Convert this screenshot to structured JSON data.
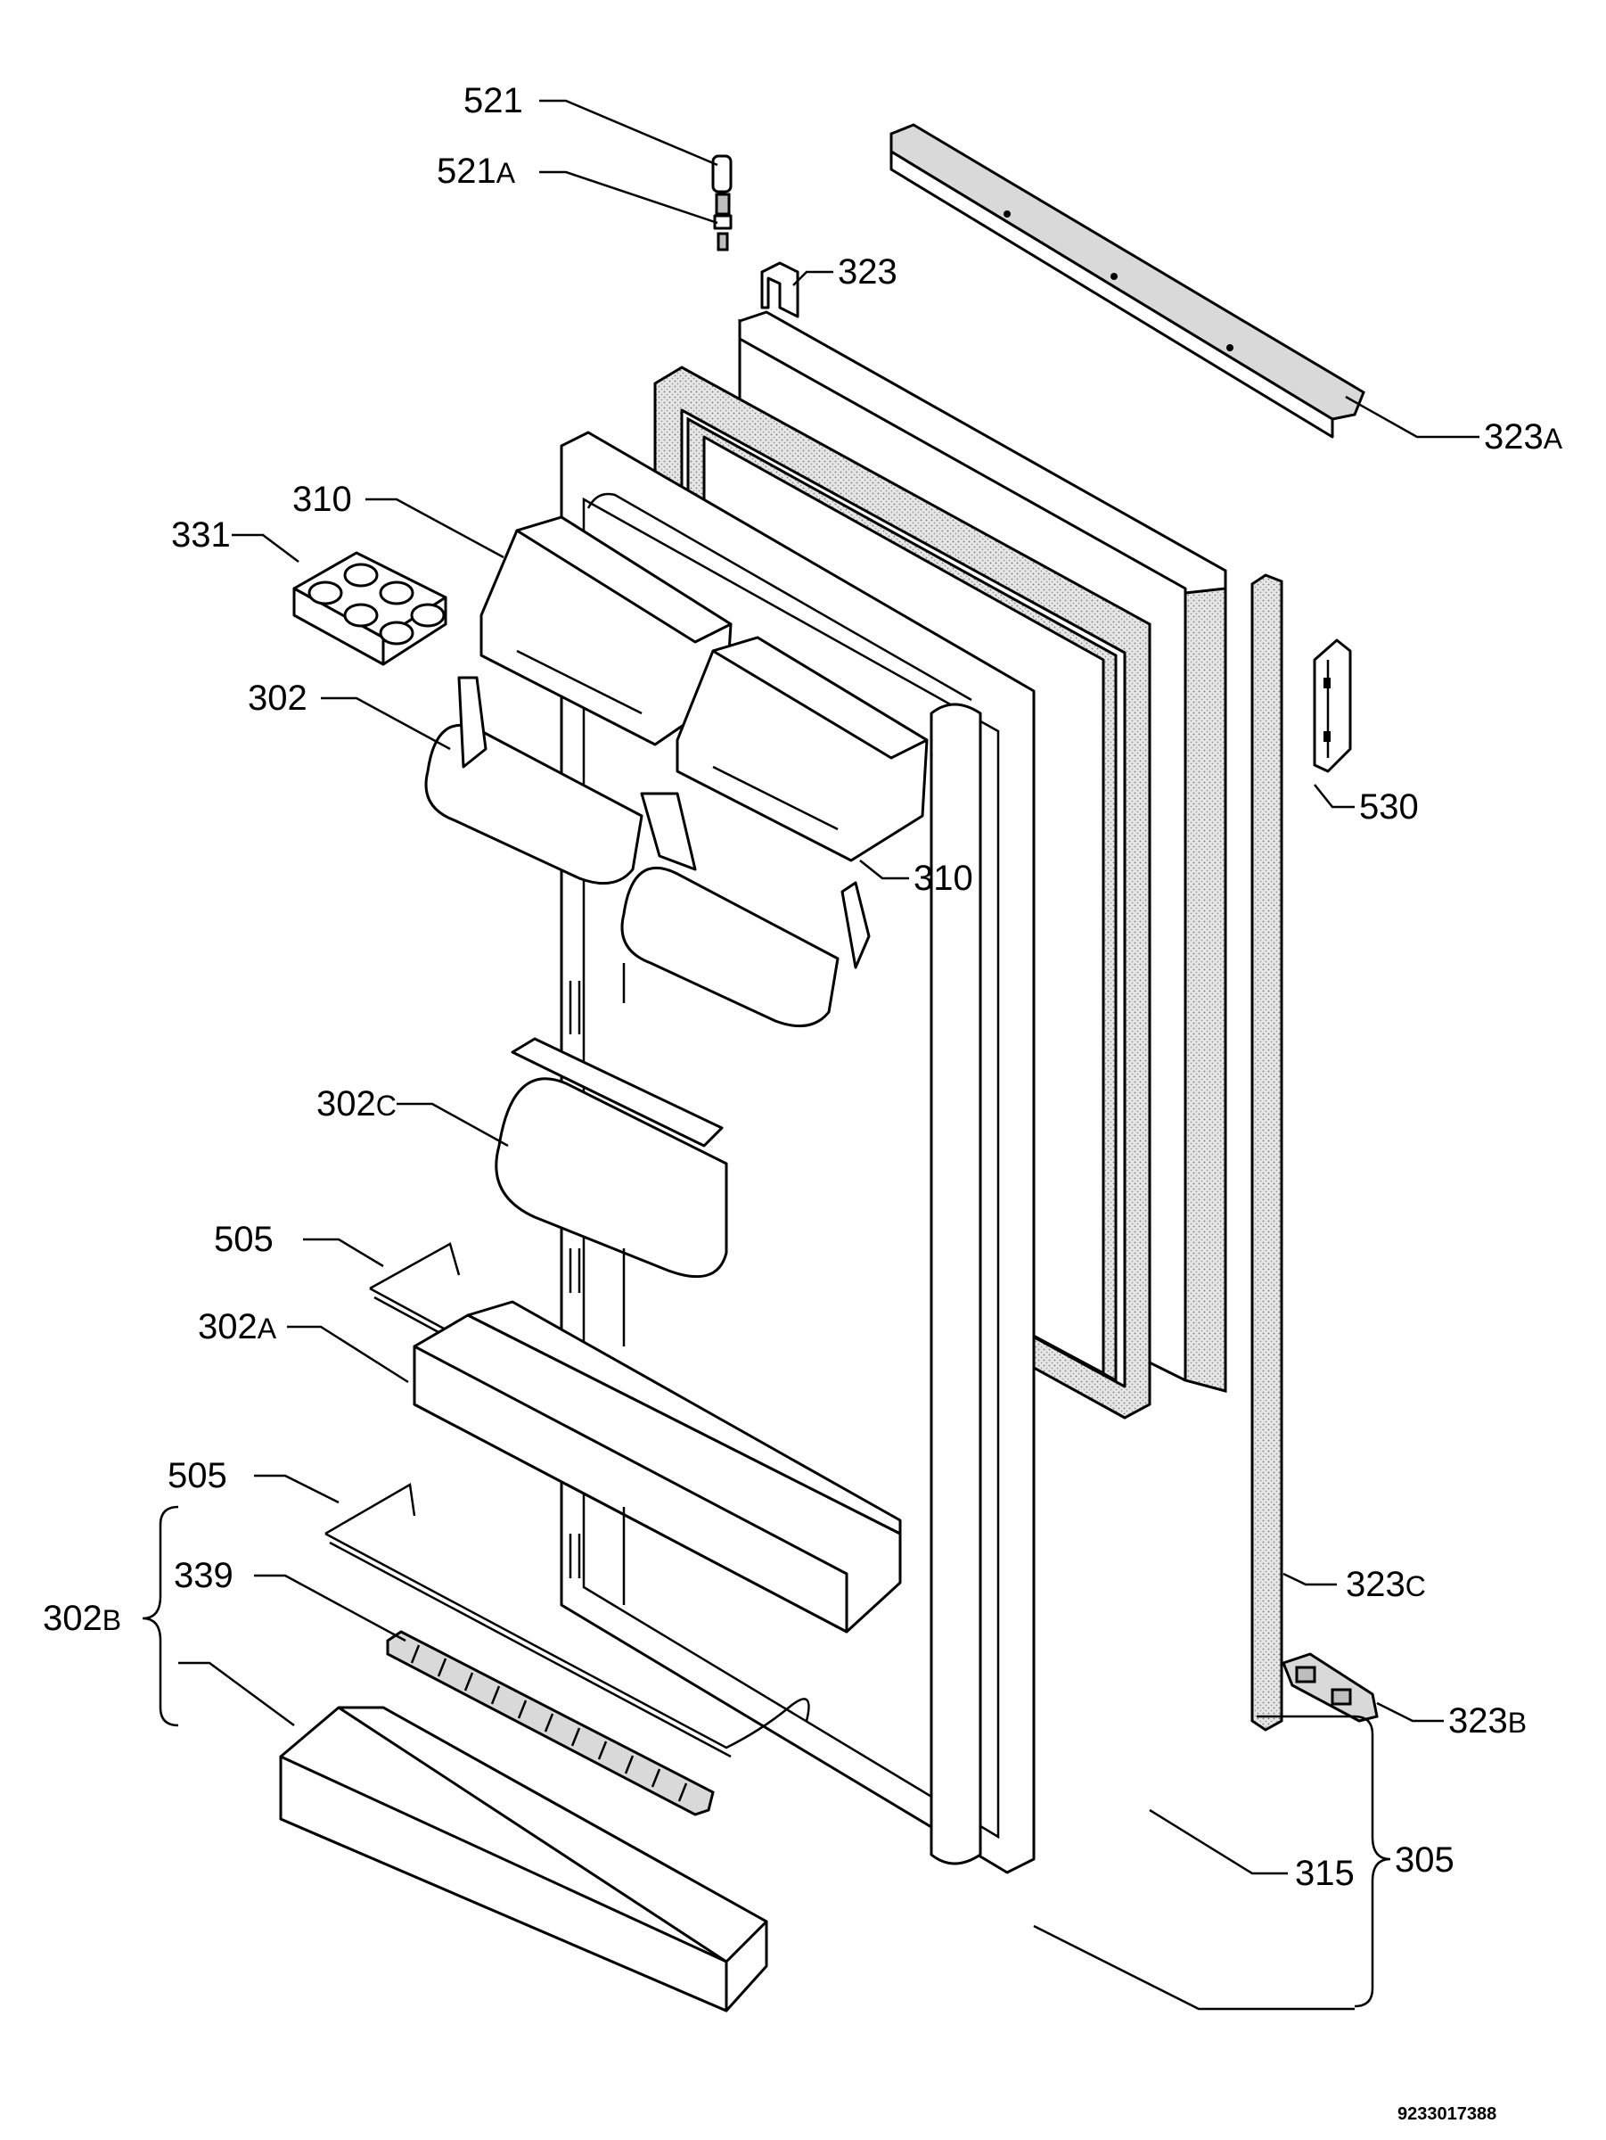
{
  "labels": {
    "l521": {
      "num": "521",
      "suf": ""
    },
    "l521a": {
      "num": "521",
      "suf": "A"
    },
    "l323": {
      "num": "323",
      "suf": ""
    },
    "l323a": {
      "num": "323",
      "suf": "A"
    },
    "l310a": {
      "num": "310",
      "suf": ""
    },
    "l331": {
      "num": "331",
      "suf": ""
    },
    "l302": {
      "num": "302",
      "suf": ""
    },
    "l310b": {
      "num": "310",
      "suf": ""
    },
    "l530": {
      "num": "530",
      "suf": ""
    },
    "l302c": {
      "num": "302",
      "suf": "C"
    },
    "l505a": {
      "num": "505",
      "suf": ""
    },
    "l302a": {
      "num": "302",
      "suf": "A"
    },
    "l505b": {
      "num": "505",
      "suf": ""
    },
    "l339": {
      "num": "339",
      "suf": ""
    },
    "l302b": {
      "num": "302",
      "suf": "B"
    },
    "l323c": {
      "num": "323",
      "suf": "C"
    },
    "l323b": {
      "num": "323",
      "suf": "B"
    },
    "l315": {
      "num": "315",
      "suf": ""
    },
    "l305": {
      "num": "305",
      "suf": ""
    }
  },
  "drawing_code": "9233017388"
}
